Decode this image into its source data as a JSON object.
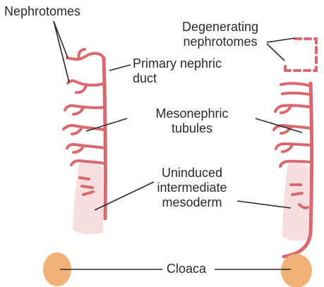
{
  "colors": {
    "duct": "#d9696e",
    "mesoderm": "#f6dfe1",
    "cloaca": "#f0b277",
    "leader": "#2b2b2b",
    "text": "#2a2a2a"
  },
  "labels": {
    "nephrotomes": "Nephrotomes",
    "degenerating_line1": "Degenerating",
    "degenerating_line2": "nephrotomes",
    "primary_duct_line1": "Primary nephric",
    "primary_duct_line2": "duct",
    "mesonephric_line1": "Mesonephric",
    "mesonephric_line2": "tubules",
    "uninduced_line1": "Uninduced",
    "uninduced_line2": "intermediate",
    "uninduced_line3": "mesoderm",
    "cloaca": "Cloaca"
  }
}
